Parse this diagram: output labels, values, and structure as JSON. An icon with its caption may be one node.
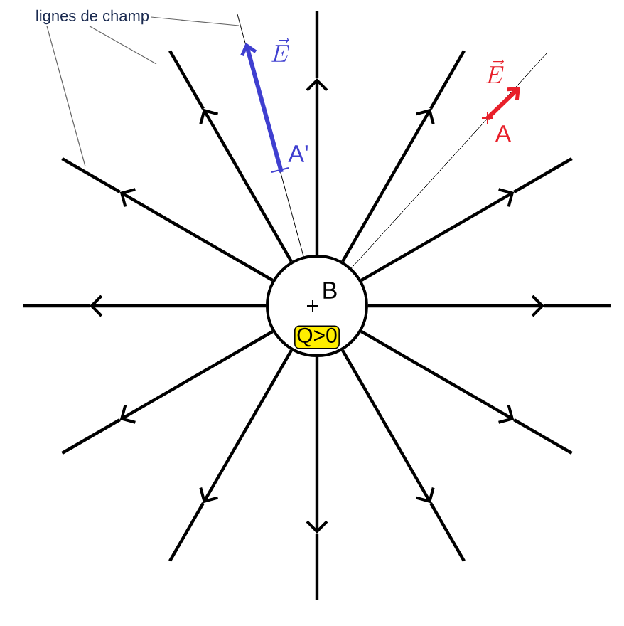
{
  "diagram": {
    "nodes": [
      {
        "text": [
          "lignes de champ"
        ]
      },
      {
        "text": [
          "B"
        ]
      },
      {
        "text": [
          "Q>0"
        ],
        "in": 1
      },
      {
        "text": [
          "A'"
        ]
      },
      {
        "text": [
          "A"
        ]
      }
    ],
    "edges": [
      {
        "from": 1,
        "to": null,
        "arrow": "to"
      },
      {
        "from": 1,
        "to": null,
        "arrow": "to"
      },
      {
        "from": 1,
        "to": null,
        "arrow": "to"
      },
      {
        "from": 1,
        "to": null,
        "arrow": "to"
      },
      {
        "from": 1,
        "to": null,
        "arrow": "to"
      },
      {
        "from": 1,
        "to": null,
        "arrow": "to"
      },
      {
        "from": 1,
        "to": null,
        "arrow": "to"
      },
      {
        "from": 1,
        "to": null,
        "arrow": "to"
      },
      {
        "from": 1,
        "to": null,
        "arrow": "to"
      },
      {
        "from": 1,
        "to": null,
        "arrow": "to"
      },
      {
        "from": 1,
        "to": null,
        "arrow": "to"
      },
      {
        "from": 1,
        "to": null,
        "arrow": "to"
      },
      {
        "from": 3,
        "to": null,
        "arrow": "to",
        "label": "\\vec{E}",
        "color": "#3f3fd0"
      },
      {
        "from": 4,
        "to": null,
        "arrow": "to",
        "label": "\\vec{E}",
        "color": "#e8202a"
      },
      {
        "from": 0,
        "to": null,
        "arrow": "none",
        "color": "#666666"
      },
      {
        "from": 0,
        "to": null,
        "arrow": "none",
        "color": "#666666"
      },
      {
        "from": 0,
        "to": null,
        "arrow": "none",
        "color": "#666666"
      }
    ]
  }
}
